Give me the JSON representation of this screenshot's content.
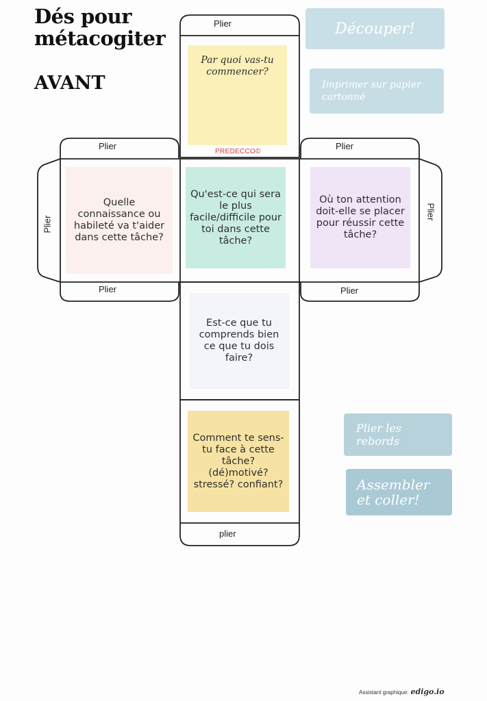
{
  "title": {
    "line1": "Dés pour",
    "line2": "métacogiter",
    "subtitle": "AVANT"
  },
  "stamp": "PREDECCO©",
  "faces": {
    "top": "Par quoi vas-tu commencer?",
    "left": "Quelle connaissance ou habileté va t'aider dans cette tâche?",
    "center": "Qu'est-ce qui sera le plus facile/difficile pour toi dans cette tâche?",
    "right": "Où ton attention doit-elle se placer pour réussir cette tâche?",
    "middle_lower": "Est-ce que tu comprends bien ce que tu dois faire?",
    "bottom": "Comment te sens-tu face à cette tâche? (dé)motivé? stressé? confiant?"
  },
  "fold_labels": {
    "top": "Plier",
    "left_top": "Plier",
    "right_top": "Plier",
    "left_side": "Plier",
    "right_side": "Plier",
    "left_bottom": "Plier",
    "right_bottom": "Plier",
    "bottom": "plier"
  },
  "instructions": {
    "cut": "Découper!",
    "print": "Imprimer sur papier cartonné",
    "fold": "Plier les rebords",
    "assemble": "Assembler et coller!"
  },
  "footer": {
    "label": "Assistant graphique:",
    "brand": "edigo.io"
  },
  "colors": {
    "face_top": "#fbf0b8",
    "face_left": "#fbf0ee",
    "face_center": "#c9ece2",
    "face_right": "#f0e4f7",
    "face_middle_lower": "#f3f5fa",
    "face_bottom": "#f6e3a3",
    "note_light": "#c6dde6",
    "note_dark": "#a9c9d4"
  }
}
